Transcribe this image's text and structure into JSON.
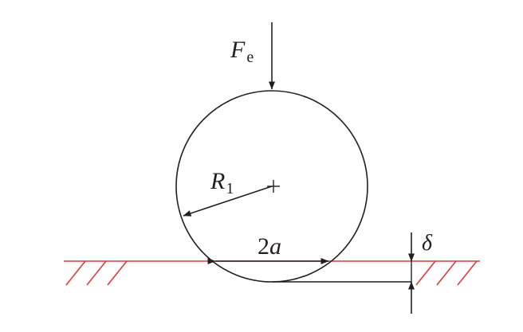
{
  "labels": {
    "force_main": "F",
    "force_sub": "e",
    "radius_main": "R",
    "radius_sub": "1",
    "contact_num": "2",
    "contact_var": "a",
    "deflection": "δ"
  },
  "colors": {
    "stroke": "#231f20",
    "ground": "#e03a3e"
  }
}
